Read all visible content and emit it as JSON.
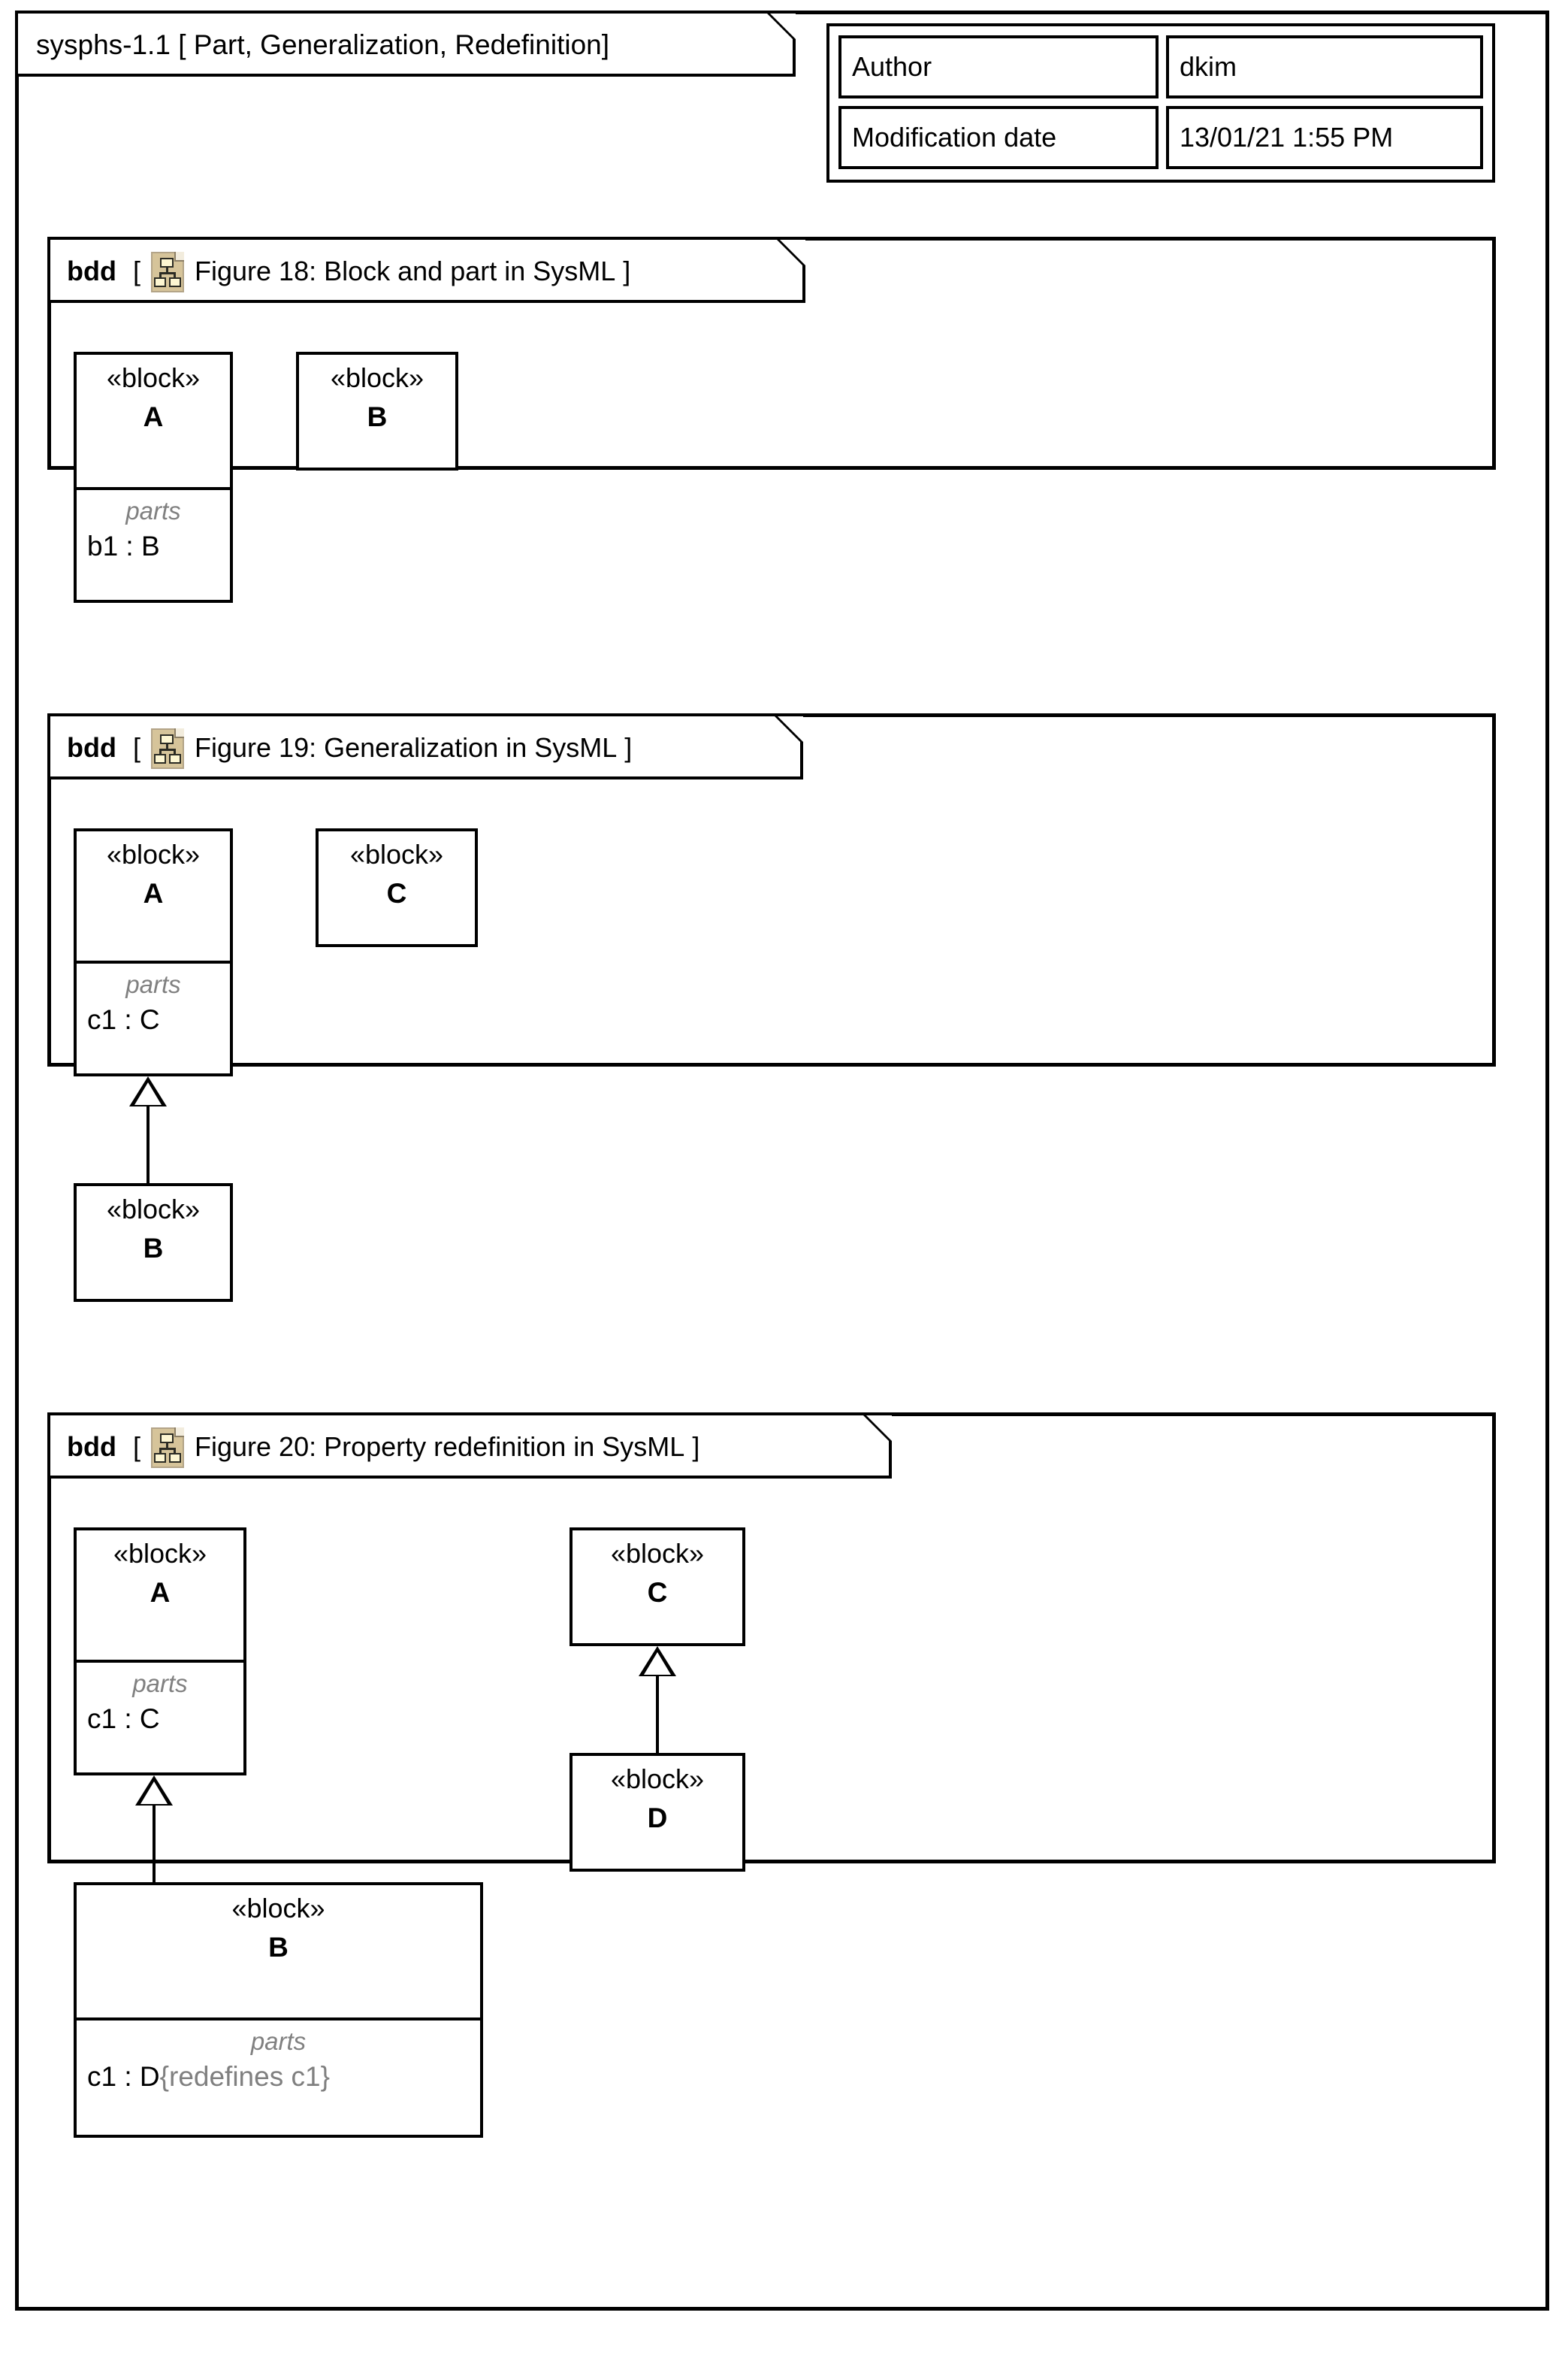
{
  "diagram": {
    "title": "sysphs-1.1 [ Part, Generalization, Redefinition]",
    "header_table": {
      "rows": [
        {
          "key": "Author",
          "value": "dkim"
        },
        {
          "key": "Modification date",
          "value": "13/01/21 1:55 PM"
        }
      ]
    },
    "frames": [
      {
        "keyword": "bdd",
        "bracket_open": "[",
        "bracket_close": "]",
        "icon": "bdd-diagram-icon",
        "title": "Figure 18: Block and part in SysML",
        "blocks": [
          {
            "stereotype": "«block»",
            "name": "A",
            "compartments": [
              {
                "label": "parts",
                "items": [
                  "b1 : B"
                ]
              }
            ]
          },
          {
            "stereotype": "«block»",
            "name": "B",
            "compartments": []
          }
        ]
      },
      {
        "keyword": "bdd",
        "bracket_open": "[",
        "bracket_close": "]",
        "icon": "bdd-diagram-icon",
        "title": "Figure 19: Generalization in SysML",
        "blocks": [
          {
            "stereotype": "«block»",
            "name": "A",
            "compartments": [
              {
                "label": "parts",
                "items": [
                  "c1 : C"
                ]
              }
            ]
          },
          {
            "stereotype": "«block»",
            "name": "C",
            "compartments": []
          },
          {
            "stereotype": "«block»",
            "name": "B",
            "compartments": []
          }
        ],
        "relationships": [
          {
            "type": "generalization",
            "from": "B",
            "to": "A"
          }
        ]
      },
      {
        "keyword": "bdd",
        "bracket_open": "[",
        "bracket_close": "]",
        "icon": "bdd-diagram-icon",
        "title": "Figure 20: Property redefinition in SysML",
        "blocks": [
          {
            "stereotype": "«block»",
            "name": "A",
            "compartments": [
              {
                "label": "parts",
                "items": [
                  "c1 : C"
                ]
              }
            ]
          },
          {
            "stereotype": "«block»",
            "name": "C",
            "compartments": []
          },
          {
            "stereotype": "«block»",
            "name": "D",
            "compartments": []
          },
          {
            "stereotype": "«block»",
            "name": "B",
            "compartments": [
              {
                "label": "parts",
                "items": [
                  "c1 : D",
                  "{redefines c1}"
                ]
              }
            ]
          }
        ],
        "relationships": [
          {
            "type": "generalization",
            "from": "B",
            "to": "A"
          },
          {
            "type": "generalization",
            "from": "D",
            "to": "C"
          }
        ]
      }
    ],
    "colors": {
      "line": "#000000",
      "background": "#ffffff",
      "compartment_label": "#808080",
      "icon_document": "#d6c49a",
      "icon_node": "#fdf6d2"
    }
  }
}
